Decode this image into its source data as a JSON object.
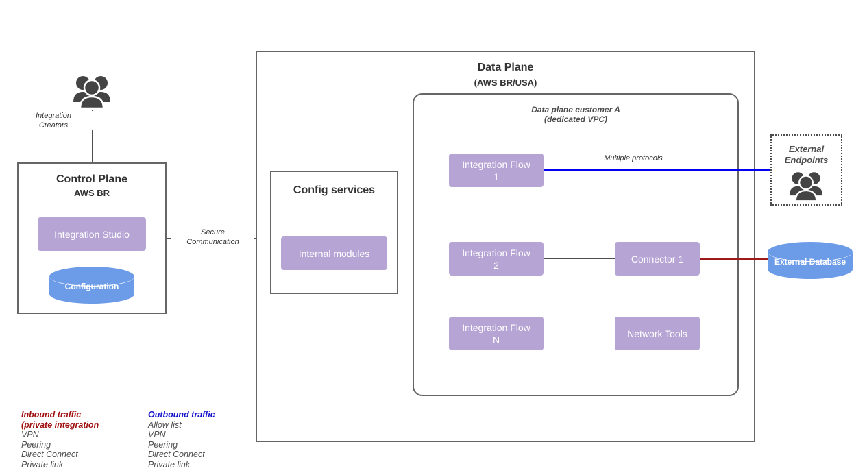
{
  "control_plane": {
    "title": "Control Plane",
    "subtitle": "AWS BR",
    "studio_label": "Integration Studio",
    "configuration_label": "Configuration"
  },
  "actors": {
    "integration_creators_label": "Integration\nCreators",
    "integration_creators_line1": "Integration",
    "integration_creators_line2": "Creators",
    "icon": "people-group-icon"
  },
  "edges": {
    "secure_communication_line1": "Secure",
    "secure_communication_line2": "Communication",
    "multiple_protocols": "Multiple protocols"
  },
  "data_plane": {
    "title": "Data Plane",
    "subtitle": "(AWS BR/USA)",
    "config_services": {
      "title": "Config services",
      "internal_modules_label": "Internal modules"
    },
    "vpc": {
      "title_line1": "Data plane customer A",
      "title_line2": "(dedicated VPC)",
      "flows": [
        {
          "line1": "Integration Flow",
          "line2": "1"
        },
        {
          "line1": "Integration Flow",
          "line2": "2"
        },
        {
          "line1": "Integration Flow",
          "line2": "N"
        }
      ],
      "connector_label": "Connector 1",
      "network_tools_label": "Network Tools"
    }
  },
  "external": {
    "endpoints_line1": "External",
    "endpoints_line2": "Endpoints",
    "endpoints_icon": "people-group-icon",
    "database_label": "External Database"
  },
  "legend": {
    "inbound": {
      "heading_line1": "Inbound traffic",
      "heading_line2": "(private integration",
      "color": "#a01010",
      "items": [
        "VPN",
        "Peering",
        "Direct Connect",
        "Private link"
      ]
    },
    "outbound": {
      "heading": "Outbound traffic",
      "color": "#1414cc",
      "items": [
        "Allow list",
        "VPN",
        "Peering",
        "Direct Connect",
        "Private link"
      ]
    }
  },
  "colors": {
    "process_purple": "#b5a4d4",
    "database_blue": "#6c9be8",
    "inbound_red": "#9e1a1a",
    "outbound_blue": "#0000ee",
    "border_gray": "#666666"
  }
}
